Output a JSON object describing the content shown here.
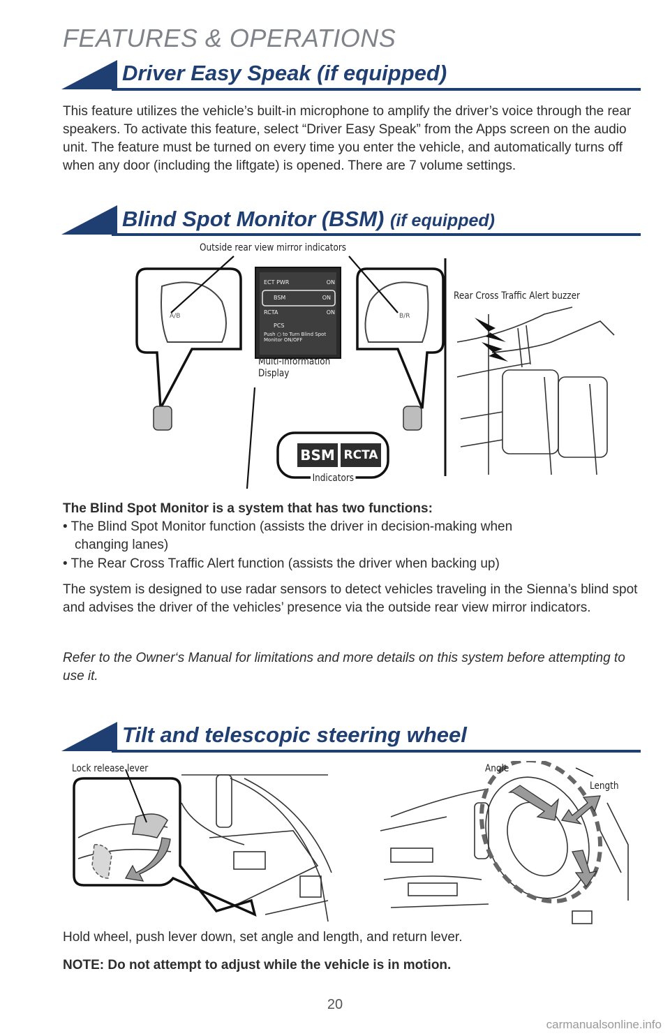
{
  "page": {
    "header": "FEATURES & OPERATIONS",
    "page_number": "20",
    "watermark": "carmanualsonline.info"
  },
  "driver_easy_speak": {
    "title": "Driver Easy Speak (if equipped)",
    "body": "This feature utilizes the vehicle’s built-in microphone to amplify the driver’s voice through the rear speakers. To activate this feature, select “Driver Easy Speak” from the Apps screen on the audio unit. The feature must be turned on every time you enter the vehicle, and automatically turns off when any door (including the liftgate) is opened. There are 7 volume settings."
  },
  "bsm": {
    "title_main": "Blind Spot Monitor (BSM)",
    "title_suffix": "(if equipped)",
    "figure": {
      "label_mirror": "Outside rear view mirror indicators",
      "label_mid": "Multi-information Display",
      "label_mid_line1": "Multi-information",
      "label_mid_line2": "Display",
      "label_indicators": "Indicators",
      "label_buzzer": "Rear Cross Traffic Alert buzzer",
      "badge_bsm": "BSM",
      "badge_rcta": "RCTA",
      "mid_screen": {
        "rows": [
          {
            "label": "ECT PWR",
            "value": "ON"
          },
          {
            "label": "BSM",
            "value": "ON"
          },
          {
            "label": "RCTA",
            "value": "ON"
          },
          {
            "label": "PCS",
            "value": ""
          }
        ],
        "note": "Push ○ to Turn Blind Spot Monitor ON/OFF"
      }
    },
    "intro_bold": "The Blind Spot Monitor is a system that has two functions:",
    "bullet1_line1": "• The Blind Spot Monitor function (assists the driver in decision-making when",
    "bullet1_line2": "changing lanes)",
    "bullet2": "• The Rear Cross Traffic Alert function (assists the driver when backing up)",
    "body": "The system is designed to use radar sensors to detect vehicles traveling in the Sienna’s blind spot and advises the driver of the vehicles’ presence via the outside rear view mirror indicators.",
    "note": "Refer to the Owner‘s Manual for limitations and more details on this system before attempting to use it."
  },
  "steering": {
    "title": "Tilt and telescopic steering wheel",
    "figure": {
      "label_lock": "Lock release lever",
      "label_angle": "Angle",
      "label_length": "Length"
    },
    "body": "Hold wheel, push lever down, set angle and length, and return lever.",
    "note": "NOTE: Do not attempt to adjust while the vehicle is in motion."
  },
  "colors": {
    "accent": "#1f3f73",
    "header_gray": "#7f8389",
    "text": "#2d2d2d"
  }
}
